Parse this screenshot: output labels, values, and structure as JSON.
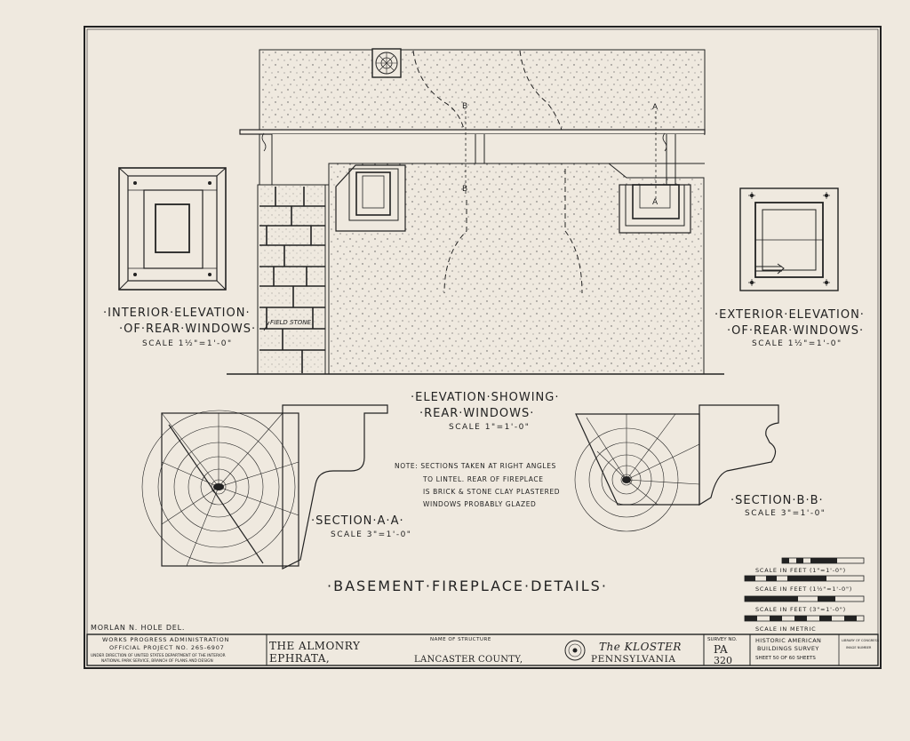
{
  "titles": {
    "interior_line1": "·INTERIOR·ELEVATION·",
    "interior_line2": "·OF·REAR·WINDOWS·",
    "interior_scale": "SCALE 1½\"=1'-0\"",
    "exterior_line1": "·EXTERIOR·ELEVATION·",
    "exterior_line2": "·OF·REAR·WINDOWS·",
    "exterior_scale": "SCALE 1½\"=1'-0\"",
    "elevation_line1": "·ELEVATION·SHOWING·",
    "elevation_line2": "·REAR·WINDOWS·",
    "elevation_scale": "SCALE 1\"=1'-0\"",
    "section_a": "·SECTION·A·A·",
    "section_a_scale": "SCALE 3\"=1'-0\"",
    "section_b": "·SECTION·B·B·",
    "section_b_scale": "SCALE 3\"=1'-0\"",
    "main_title": "·BASEMENT·FIREPLACE·DETAILS·"
  },
  "labels": {
    "field_stone": "FIELD STONE",
    "marker_a": "A",
    "marker_b": "B"
  },
  "note": [
    "NOTE: SECTIONS TAKEN AT RIGHT ANGLES",
    "TO LINTEL. REAR OF FIREPLACE",
    "IS BRICK & STONE CLAY PLASTERED",
    "WINDOWS PROBABLY GLAZED"
  ],
  "scale_bars": [
    "SCALE IN FEET (1\"=1'-0\")",
    "SCALE IN FEET (1½\"=1'-0\")",
    "SCALE IN FEET (3\"=1'-0\")",
    "SCALE IN METRIC"
  ],
  "delineator": "MORLAN N. HOLE DEL.",
  "title_block": {
    "wpa_line1": "WORKS PROGRESS ADMINISTRATION",
    "wpa_line2": "OFFICIAL PROJECT NO. 265-6907",
    "wpa_line3": "UNDER DIRECTION OF UNITED STATES DEPARTMENT OF THE INTERIOR",
    "wpa_line4": "NATIONAL PARK SERVICE, BRANCH OF PLANS AND DESIGN",
    "structure_name": "THE ALMONRY",
    "structure_place": "EPHRATA,",
    "name_caption": "NAME OF STRUCTURE",
    "county": "LANCASTER COUNTY,",
    "kloster_line1": "The KLOSTER",
    "kloster_line2": "PENNSYLVANIA",
    "survey_caption": "SURVEY NO.",
    "survey_state": "PA",
    "survey_number": "320",
    "habs_line1": "HISTORIC AMERICAN",
    "habs_line2": "BUILDINGS SURVEY",
    "sheet_info": "SHEET 50 OF 60 SHEETS",
    "library_line1": "LIBRARY OF CONGRESS",
    "library_line2": "IMAGE NUMBER"
  }
}
